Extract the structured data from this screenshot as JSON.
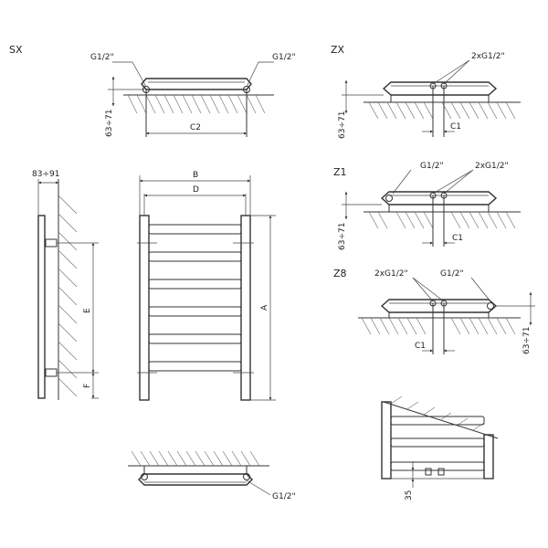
{
  "views": {
    "sx": {
      "title": "SX",
      "conn_left": "G1/2\"",
      "conn_right": "G1/2\"",
      "height": "63÷71",
      "dim_c2": "C2"
    },
    "zx": {
      "title": "ZX",
      "conn": "2xG1/2\"",
      "height": "63÷71",
      "dim_c1": "C1"
    },
    "z1": {
      "title": "Z1",
      "conn_left": "G1/2\"",
      "conn_right": "2xG1/2\"",
      "height": "63÷71",
      "dim_c1": "C1"
    },
    "z8": {
      "title": "Z8",
      "conn_left": "2xG1/2\"",
      "conn_right": "G1/2\"",
      "height": "63÷71",
      "dim_c1": "C1"
    },
    "side": {
      "wall_gap": "83÷91",
      "dim_e": "E",
      "dim_f": "F"
    },
    "front": {
      "dim_b": "B",
      "dim_d": "D",
      "dim_a": "A"
    },
    "bottom": {
      "conn": "G1/2\""
    },
    "detail": {
      "dim_35": "35"
    }
  }
}
